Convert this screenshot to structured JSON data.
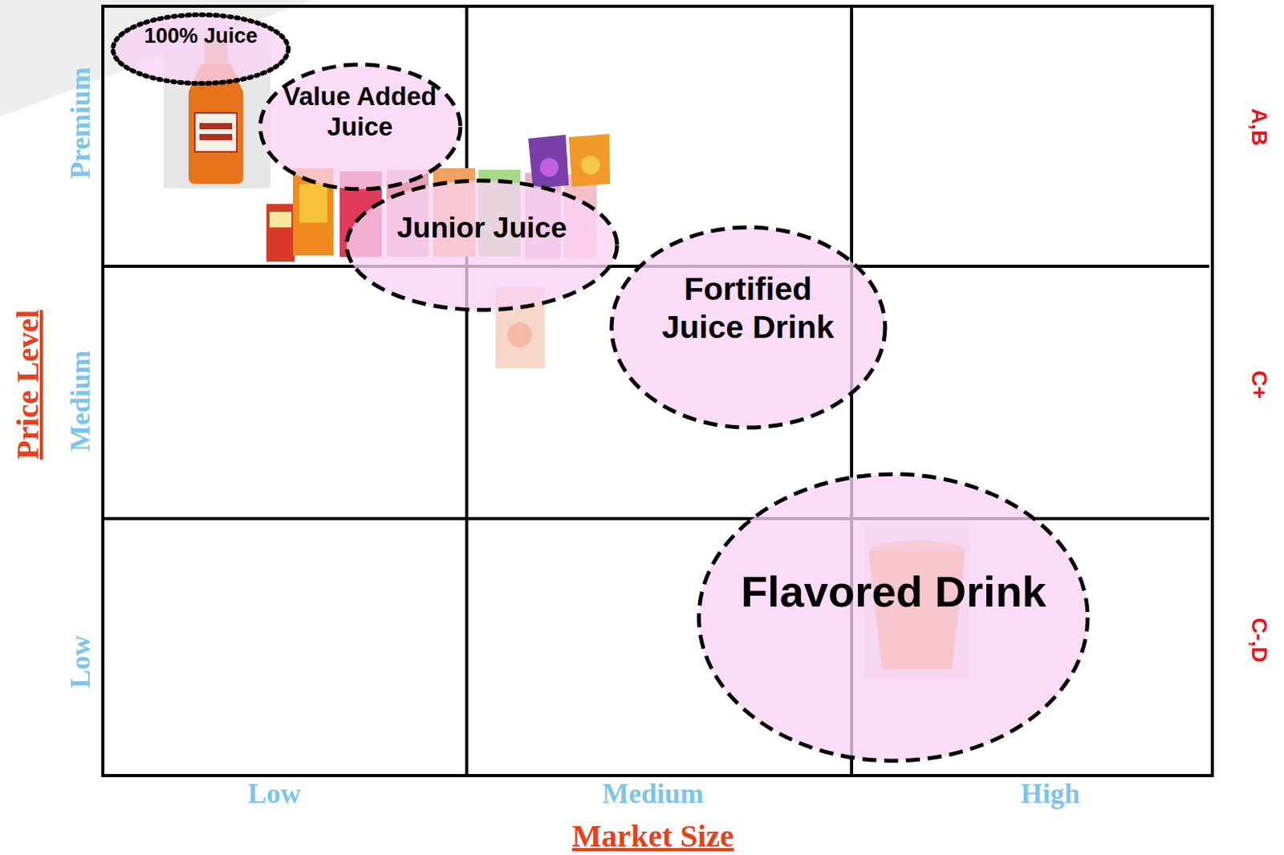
{
  "diagram": {
    "nodes": [
      {
        "text": [
          "100% Juice"
        ]
      },
      {
        "text": [
          "Value Added Juice"
        ]
      },
      {
        "text": [
          "Junior Juice"
        ]
      },
      {
        "text": [
          "Fortified Juice Drink"
        ]
      },
      {
        "text": [
          "Flavored Drink"
        ]
      }
    ],
    "labels": [
      "Premium",
      "Medium",
      "Low",
      "Price Level",
      "Low",
      "Medium",
      "High",
      "Market Size",
      "A,B",
      "C+",
      "C-,D"
    ]
  }
}
